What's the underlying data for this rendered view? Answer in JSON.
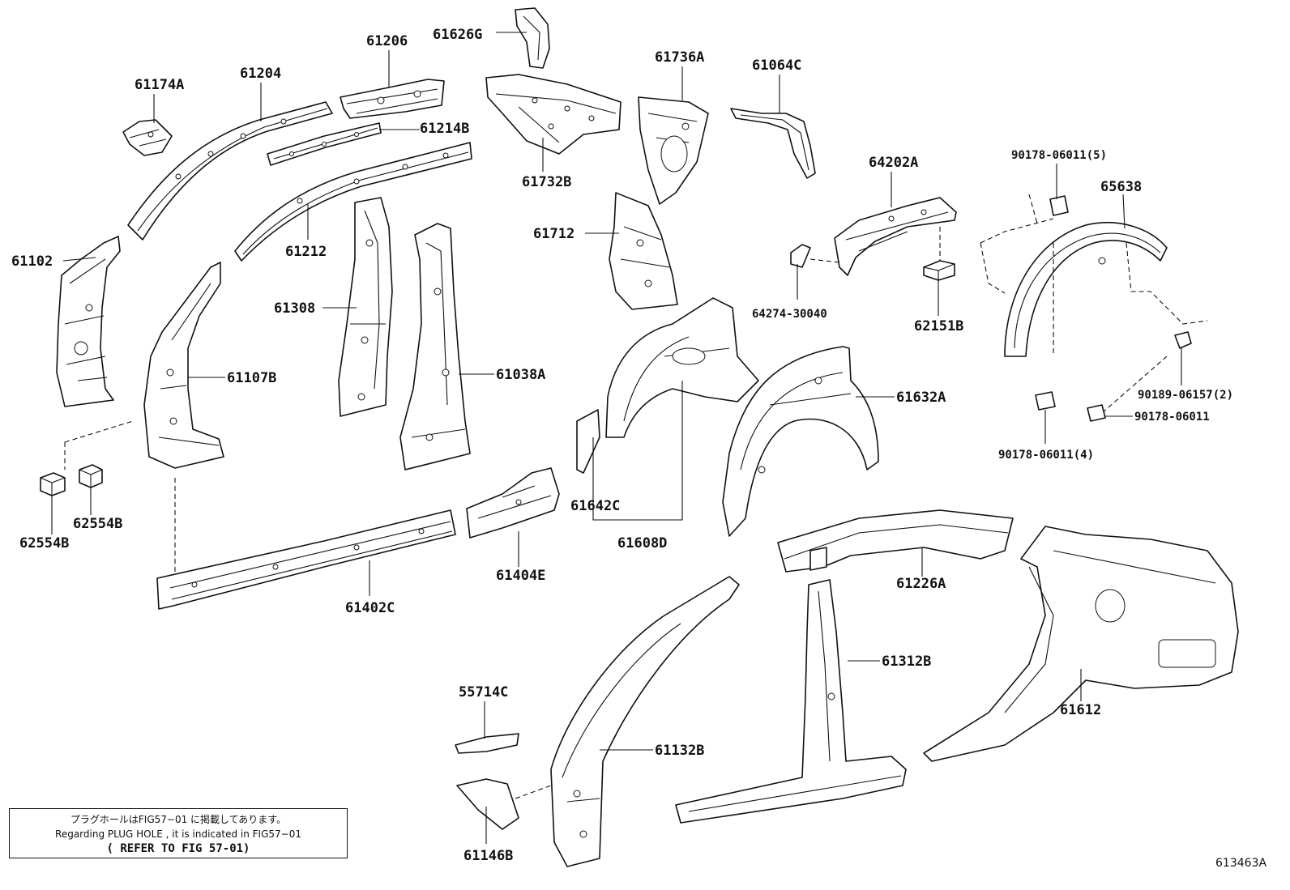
{
  "labels": {
    "l61174A": "61174A",
    "l61204": "61204",
    "l61206": "61206",
    "l61626G": "61626G",
    "l61214B": "61214B",
    "l61736A": "61736A",
    "l61064C": "61064C",
    "l61732B": "61732B",
    "l61102": "61102",
    "l61212": "61212",
    "l61712": "61712",
    "l64202A": "64202A",
    "l90178_06011_5": "90178-06011(5)",
    "l65638": "65638",
    "l61308": "61308",
    "l64274_30040": "64274-30040",
    "l62151B": "62151B",
    "l61107B": "61107B",
    "l61038A": "61038A",
    "l61632A": "61632A",
    "l90189_06157_2": "90189-06157(2)",
    "l90178_06011": "90178-06011",
    "l90178_06011_4": "90178-06011(4)",
    "l62554B_a": "62554B",
    "l62554B_b": "62554B",
    "l61642C": "61642C",
    "l61608D": "61608D",
    "l61404E": "61404E",
    "l61226A": "61226A",
    "l61402C": "61402C",
    "l61312B": "61312B",
    "l61612": "61612",
    "l55714C": "55714C",
    "l61132B": "61132B",
    "l61146B": "61146B"
  },
  "note": {
    "line1": "プラグホールはFIG57−01 に掲載してあります。",
    "line2": "Regarding PLUG HOLE , it is indicated in FIG57−01",
    "line3": "( REFER TO FIG 57-01)"
  },
  "figure_ref": "613463A"
}
